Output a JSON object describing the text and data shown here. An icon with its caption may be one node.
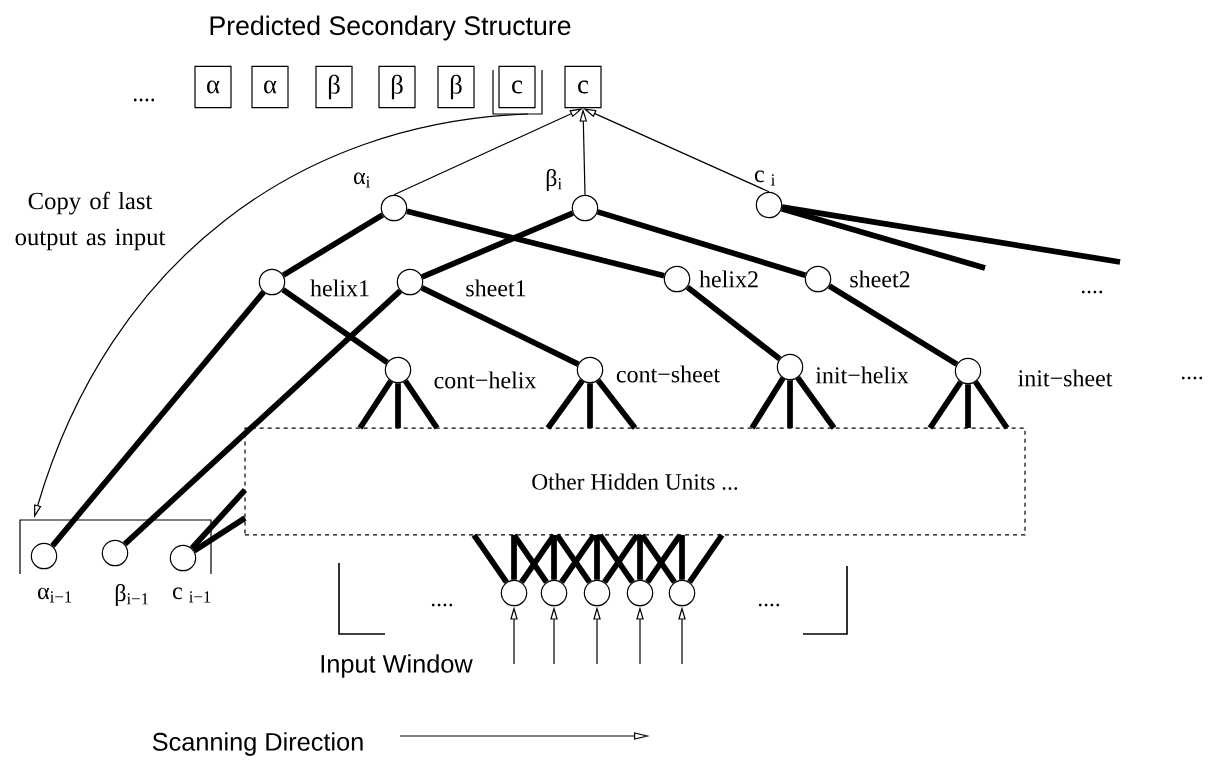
{
  "diagram": {
    "nodes": [
      {
        "text": [
          "α"
        ]
      },
      {
        "text": [
          "α"
        ]
      },
      {
        "text": [
          "β"
        ]
      },
      {
        "text": [
          "β"
        ]
      },
      {
        "text": [
          "β"
        ]
      },
      {
        "text": [
          "c"
        ]
      },
      {
        "text": [
          "c"
        ]
      },
      {
        "text": [],
        "shape": "circle",
        "beside": [
          "α$_{i}$"
        ]
      },
      {
        "text": [],
        "shape": "circle",
        "beside": [
          "β$_{i}$"
        ]
      },
      {
        "text": [],
        "shape": "circle",
        "beside": [
          "c $_{i}$"
        ]
      },
      {
        "text": [],
        "shape": "circle",
        "beside": [
          "helix1"
        ]
      },
      {
        "text": [],
        "shape": "circle",
        "beside": [
          "sheet1"
        ]
      },
      {
        "text": [],
        "shape": "circle",
        "beside": [
          "helix2"
        ]
      },
      {
        "text": [],
        "shape": "circle",
        "beside": [
          "sheet2"
        ]
      },
      {
        "text": [],
        "shape": "circle",
        "beside": [
          "cont−helix"
        ]
      },
      {
        "text": [],
        "shape": "circle",
        "beside": [
          "cont−sheet"
        ]
      },
      {
        "text": [],
        "shape": "circle",
        "beside": [
          "init−helix"
        ]
      },
      {
        "text": [],
        "shape": "circle",
        "beside": [
          "init−sheet"
        ]
      },
      {
        "text": [
          "Other Hidden Units ..."
        ]
      },
      {
        "text": [],
        "shape": "bracket"
      },
      {
        "text": [],
        "shape": "circle",
        "beside": [
          "α$_{i−1}$"
        ],
        "in": 19
      },
      {
        "text": [],
        "shape": "circle",
        "beside": [
          "β$_{i−1}$"
        ],
        "in": 19
      },
      {
        "text": [],
        "shape": "circle",
        "beside": [
          "c $_{i−1}$"
        ],
        "in": 19
      },
      {
        "text": [],
        "shape": "circle"
      },
      {
        "text": [],
        "shape": "circle"
      },
      {
        "text": [],
        "shape": "circle"
      },
      {
        "text": [],
        "shape": "circle"
      },
      {
        "text": [],
        "shape": "circle"
      }
    ],
    "edges": [
      {
        "from": 7,
        "to": 6,
        "arrow": "to"
      },
      {
        "from": 8,
        "to": 6,
        "arrow": "to"
      },
      {
        "from": 9,
        "to": 6,
        "arrow": "to"
      },
      {
        "from": 5,
        "to": 19,
        "arrow": "to"
      },
      {
        "from": 7,
        "to": 10,
        "arrow": "none"
      },
      {
        "from": 7,
        "to": 12,
        "arrow": "none"
      },
      {
        "from": 8,
        "to": 11,
        "arrow": "none"
      },
      {
        "from": 8,
        "to": 13,
        "arrow": "none"
      },
      {
        "from": 9,
        "to": null,
        "arrow": "none"
      },
      {
        "from": 9,
        "to": null,
        "arrow": "none"
      },
      {
        "from": 10,
        "to": 14,
        "arrow": "none"
      },
      {
        "from": 10,
        "to": 20,
        "arrow": "none"
      },
      {
        "from": 11,
        "to": 15,
        "arrow": "none"
      },
      {
        "from": 11,
        "to": 21,
        "arrow": "none"
      },
      {
        "from": 12,
        "to": 16,
        "arrow": "none"
      },
      {
        "from": 13,
        "to": 17,
        "arrow": "none"
      },
      {
        "from": 14,
        "to": 18,
        "arrow": "none"
      },
      {
        "from": 14,
        "to": 18,
        "arrow": "none"
      },
      {
        "from": 14,
        "to": 18,
        "arrow": "none"
      },
      {
        "from": 15,
        "to": 18,
        "arrow": "none"
      },
      {
        "from": 15,
        "to": 18,
        "arrow": "none"
      },
      {
        "from": 15,
        "to": 18,
        "arrow": "none"
      },
      {
        "from": 16,
        "to": 18,
        "arrow": "none"
      },
      {
        "from": 16,
        "to": 18,
        "arrow": "none"
      },
      {
        "from": 16,
        "to": 18,
        "arrow": "none"
      },
      {
        "from": 17,
        "to": 18,
        "arrow": "none"
      },
      {
        "from": 17,
        "to": 18,
        "arrow": "none"
      },
      {
        "from": 17,
        "to": 18,
        "arrow": "none"
      },
      {
        "from": 22,
        "to": 18,
        "arrow": "none"
      },
      {
        "from": 22,
        "to": 18,
        "arrow": "none"
      },
      {
        "from": 23,
        "to": 18,
        "arrow": "none"
      },
      {
        "from": 23,
        "to": 18,
        "arrow": "none"
      },
      {
        "from": 23,
        "to": 18,
        "arrow": "none"
      },
      {
        "from": 24,
        "to": 18,
        "arrow": "none"
      },
      {
        "from": 24,
        "to": 18,
        "arrow": "none"
      },
      {
        "from": 24,
        "to": 18,
        "arrow": "none"
      },
      {
        "from": 25,
        "to": 18,
        "arrow": "none"
      },
      {
        "from": 25,
        "to": 18,
        "arrow": "none"
      },
      {
        "from": 25,
        "to": 18,
        "arrow": "none"
      },
      {
        "from": 26,
        "to": 18,
        "arrow": "none"
      },
      {
        "from": 26,
        "to": 18,
        "arrow": "none"
      },
      {
        "from": 26,
        "to": 18,
        "arrow": "none"
      },
      {
        "from": 27,
        "to": 18,
        "arrow": "none"
      },
      {
        "from": 27,
        "to": 18,
        "arrow": "none"
      },
      {
        "from": 27,
        "to": 18,
        "arrow": "none"
      },
      {
        "from": null,
        "to": 23,
        "arrow": "to"
      },
      {
        "from": null,
        "to": 24,
        "arrow": "to"
      },
      {
        "from": null,
        "to": 25,
        "arrow": "to"
      },
      {
        "from": null,
        "to": 26,
        "arrow": "to"
      },
      {
        "from": null,
        "to": 27,
        "arrow": "to"
      }
    ],
    "labels": [
      "Predicted Secondary Structure",
      "....",
      "Copy of last output as input",
      "....",
      "....",
      "....",
      "....",
      "Input Window",
      "Scanning Direction"
    ]
  }
}
